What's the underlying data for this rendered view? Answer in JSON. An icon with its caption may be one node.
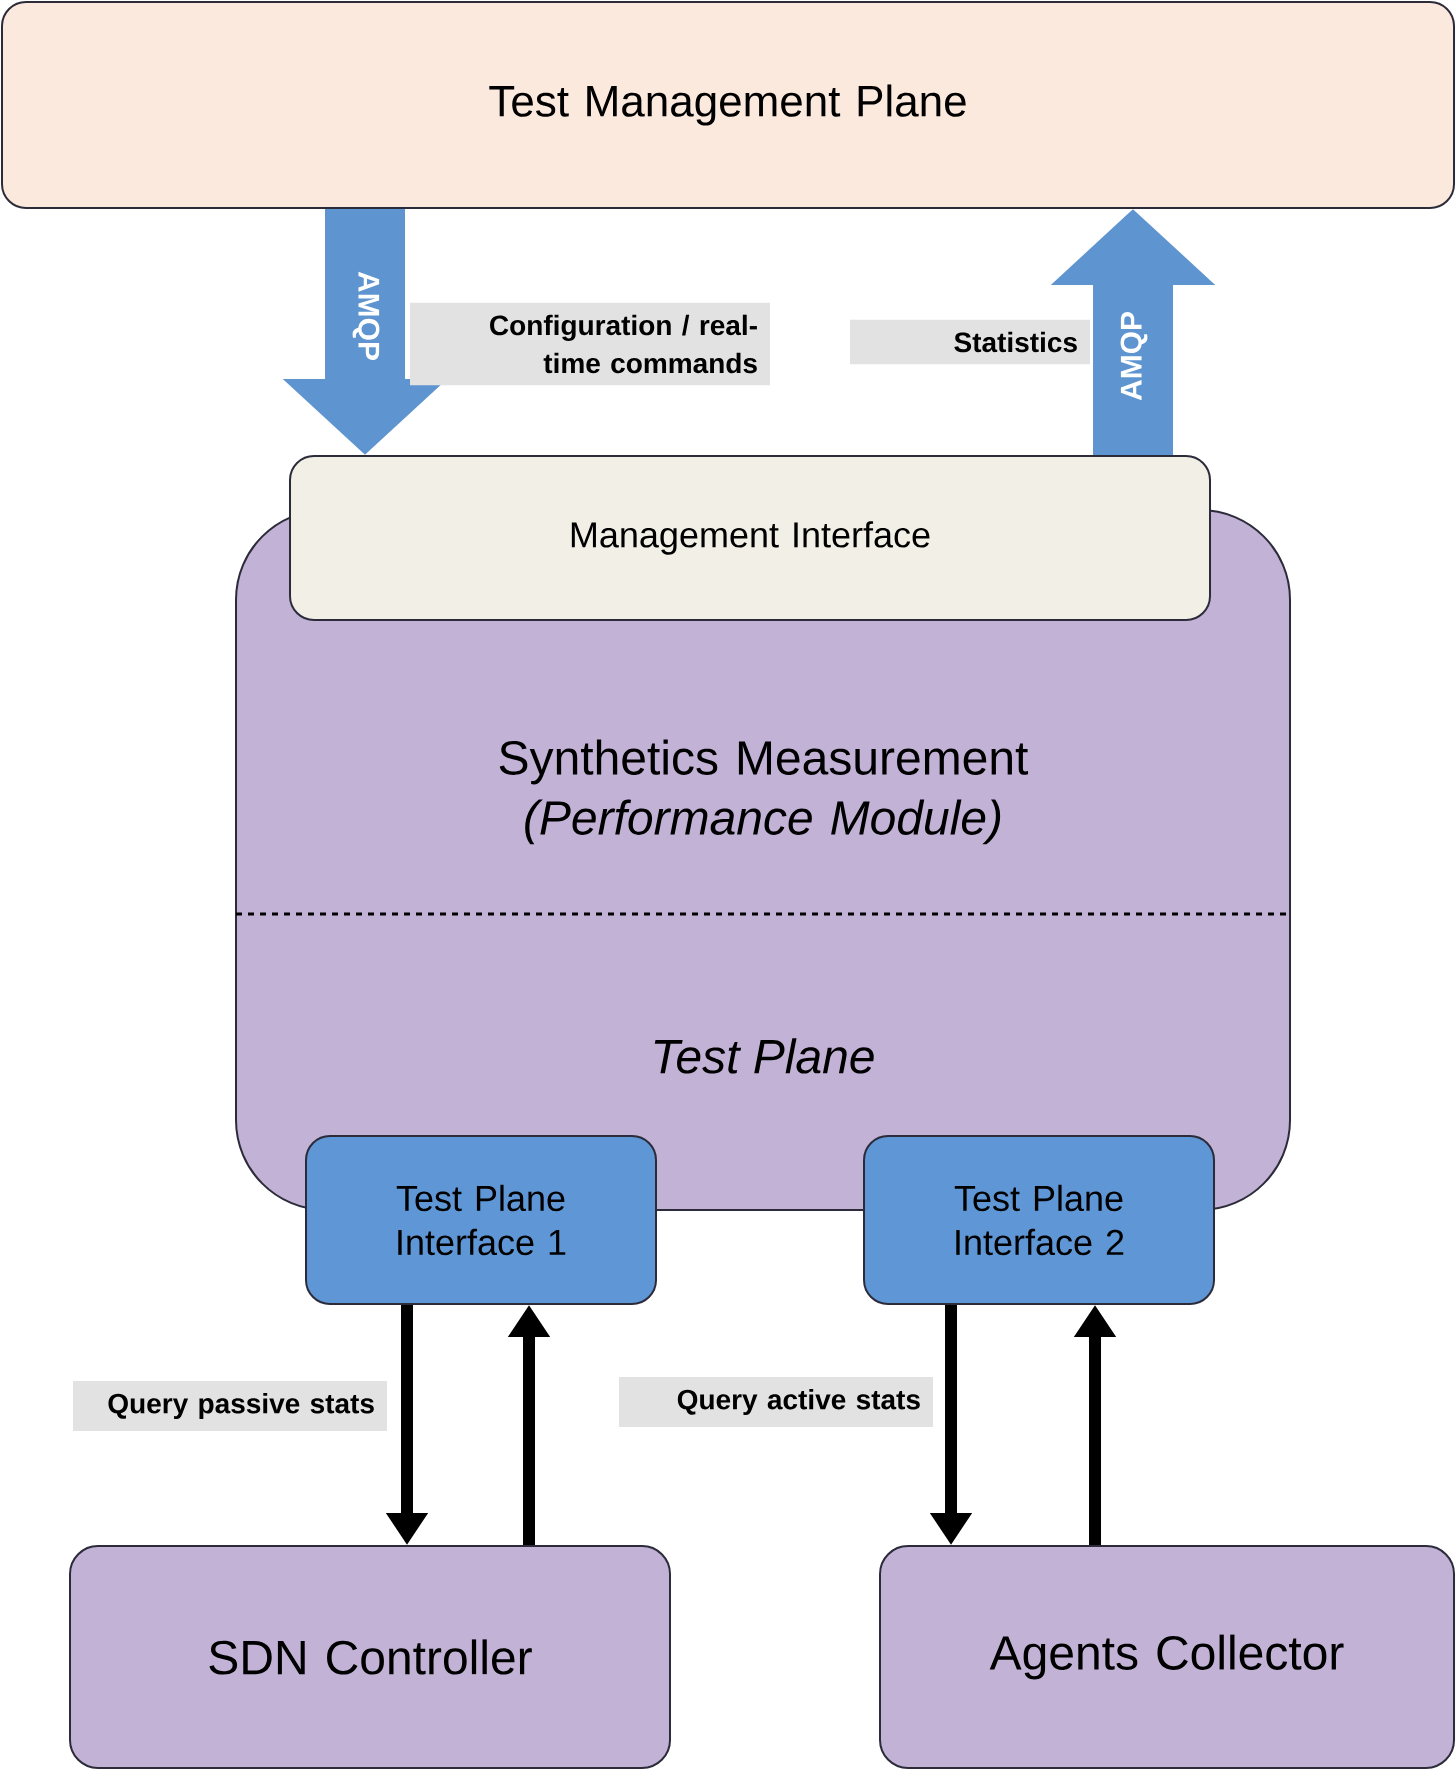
{
  "diagram": {
    "nodes": [
      {
        "text": [
          "Test Management Plane"
        ]
      },
      {
        "text": [
          "Synthetics Measurement *(Performance Module)*",
          "Test Plane"
        ]
      },
      {
        "text": [
          "Management Interface"
        ]
      },
      {
        "text": [
          "Test Plane Interface 1"
        ]
      },
      {
        "text": [
          "Test Plane Interface 2"
        ]
      },
      {
        "text": [
          "SDN Controller"
        ]
      },
      {
        "text": [
          "Agents Collector"
        ]
      }
    ],
    "edges": [
      {
        "from": 0,
        "to": 2,
        "arrow": "to",
        "label": "AMQP",
        "style": "thick",
        "color": "#5e95d0"
      },
      {
        "from": 2,
        "to": 0,
        "arrow": "to",
        "label": "AMQP",
        "style": "thick",
        "color": "#5e95d0"
      },
      {
        "from": 3,
        "to": 5,
        "arrow": "to",
        "label": "Query passive stats"
      },
      {
        "from": 5,
        "to": 3,
        "arrow": "to"
      },
      {
        "from": 4,
        "to": 6,
        "arrow": "to",
        "label": "Query active stats"
      },
      {
        "from": 6,
        "to": 4,
        "arrow": "to"
      }
    ],
    "labels": [
      "Configuration / real-time commands",
      "Statistics"
    ]
  }
}
